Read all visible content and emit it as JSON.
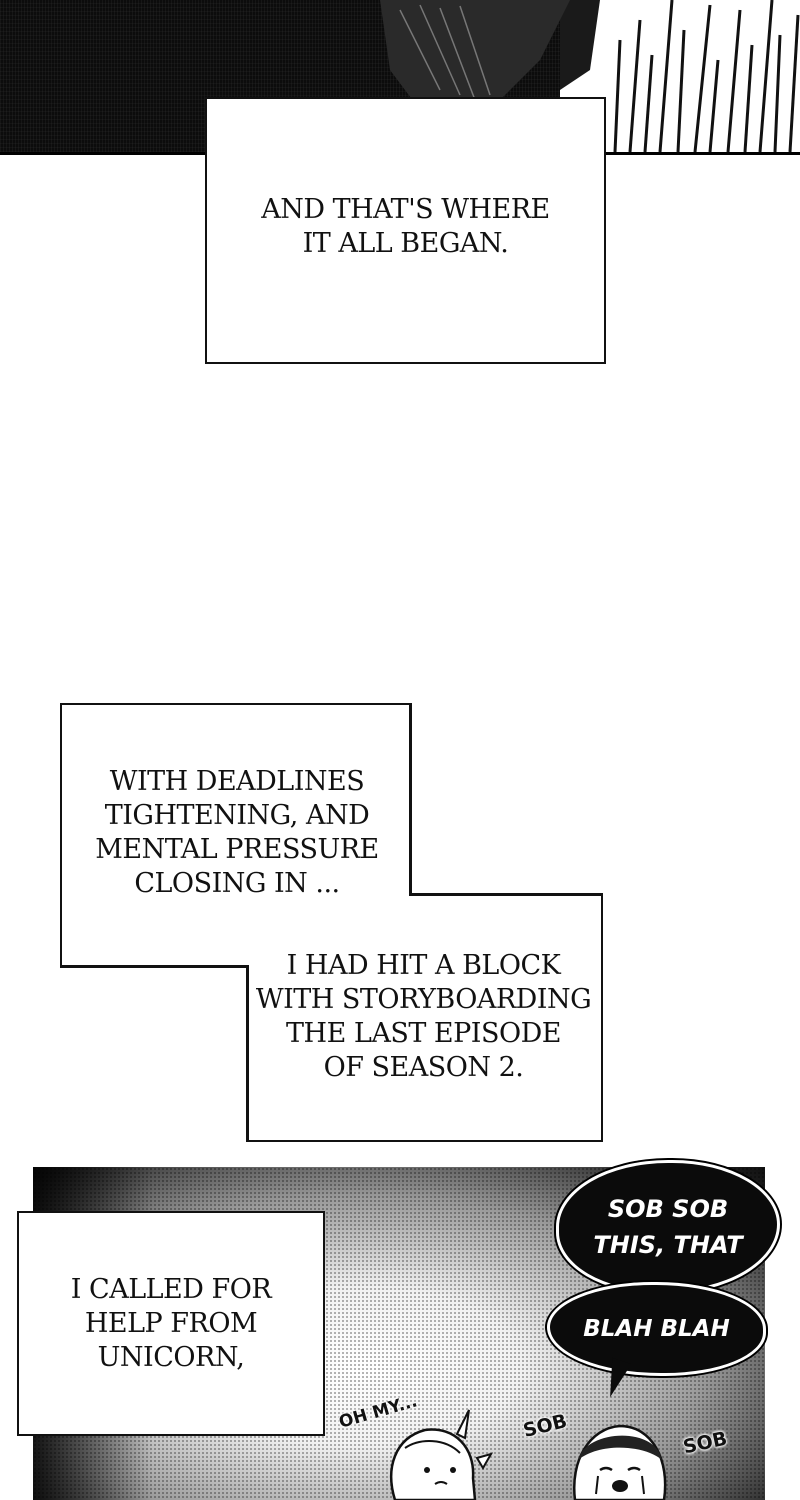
{
  "captions": {
    "began": "AND THAT'S WHERE\nIT ALL BEGAN.",
    "deadlines": "WITH DEADLINES\nTIGHTENING, AND\nMENTAL PRESSURE\nCLOSING IN ...",
    "block": "I HAD HIT A BLOCK\nWITH STORYBOARDING\nTHE LAST EPISODE\nOF SEASON 2.",
    "unicorn": "I CALLED FOR\nHELP FROM\nUNICORN,"
  },
  "bubbles": {
    "sob": "SOB SOB\nTHIS, THAT",
    "blah": "BLAH BLAH"
  },
  "sfx": {
    "ohmy": "OH MY...",
    "sob1": "SOB",
    "sob2": "SOB"
  },
  "colors": {
    "ink": "#111111",
    "paper": "#ffffff"
  }
}
